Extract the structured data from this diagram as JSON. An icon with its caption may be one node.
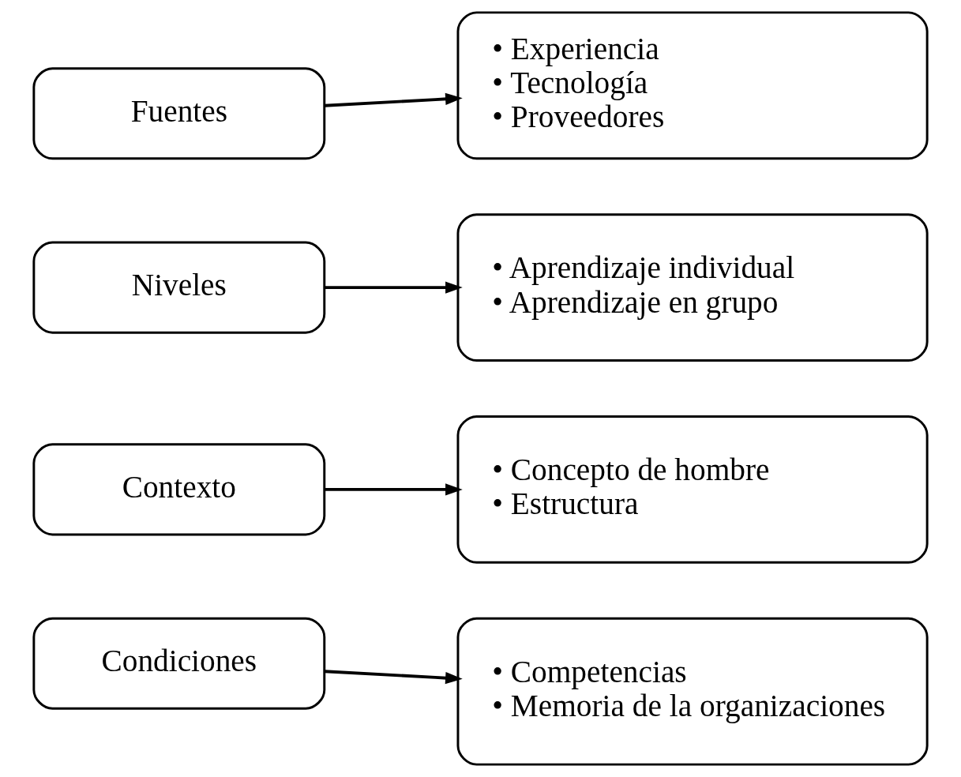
{
  "diagram": {
    "nodes": [
      {
        "text": [
          "Fuentes"
        ]
      },
      {
        "text": [
          "• Experiencia",
          "• Tecnología",
          "• Proveedores"
        ]
      },
      {
        "text": [
          "Niveles"
        ]
      },
      {
        "text": [
          "• Aprendizaje individual",
          "• Aprendizaje en grupo"
        ]
      },
      {
        "text": [
          "Contexto"
        ]
      },
      {
        "text": [
          "• Concepto de hombre",
          "• Estructura"
        ]
      },
      {
        "text": [
          "Condiciones"
        ]
      },
      {
        "text": [
          "• Competencias",
          "• Memoria de la organizaciones"
        ]
      }
    ],
    "edges": [
      {
        "from": 0,
        "to": 1,
        "arrow": "to"
      },
      {
        "from": 2,
        "to": 3,
        "arrow": "to"
      },
      {
        "from": 4,
        "to": 5,
        "arrow": "to"
      },
      {
        "from": 6,
        "to": 7,
        "arrow": "to"
      }
    ]
  }
}
